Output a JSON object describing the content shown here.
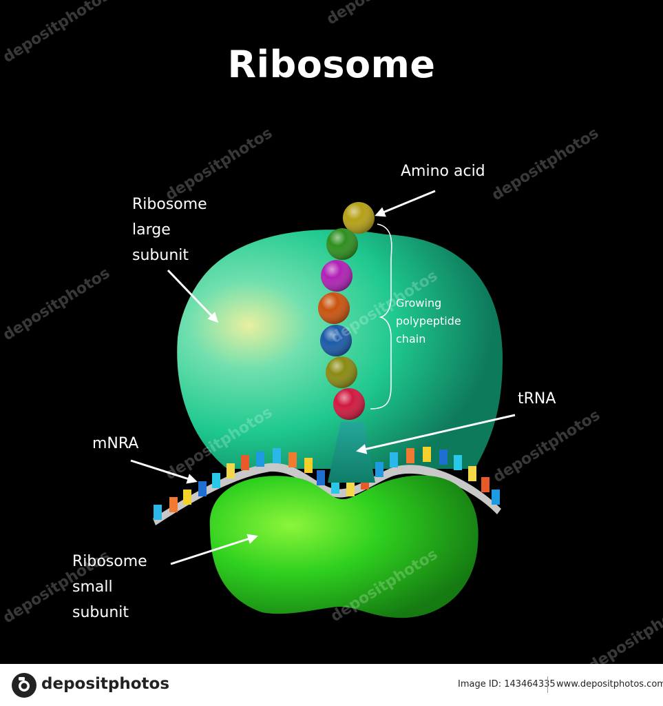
{
  "title": "Ribosome",
  "labels": {
    "large_subunit": "Ribosome\nlarge\nsubunit",
    "amino_acid": "Amino acid",
    "polypeptide": "Growing\npolypeptide\nchain",
    "trna": "tRNA",
    "mrna": "mNRA",
    "small_subunit": "Ribosome\nsmall\nsubunit"
  },
  "watermark": "depositphotos",
  "footer": {
    "logo": "depositphotos",
    "image_id": "Image ID: 143464335",
    "url": "www.depositphotos.com"
  },
  "colors": {
    "background": "#000000",
    "large_subunit": "#1fc98f",
    "small_subunit": "#2fd01f",
    "mrna_strand": "#c8c8c8",
    "trna": "#1fa08e",
    "amino_acids": [
      "#b5a015",
      "#2e8f1e",
      "#b021b5",
      "#c9530e",
      "#1a5aa8",
      "#8a8a12",
      "#d0183f"
    ],
    "codon_bars": [
      "#2ab8e8",
      "#f07a30",
      "#f4d02a",
      "#1e6fd0",
      "#2ac8e8",
      "#f5d84a",
      "#e85a2a",
      "#1e9ae0"
    ]
  }
}
